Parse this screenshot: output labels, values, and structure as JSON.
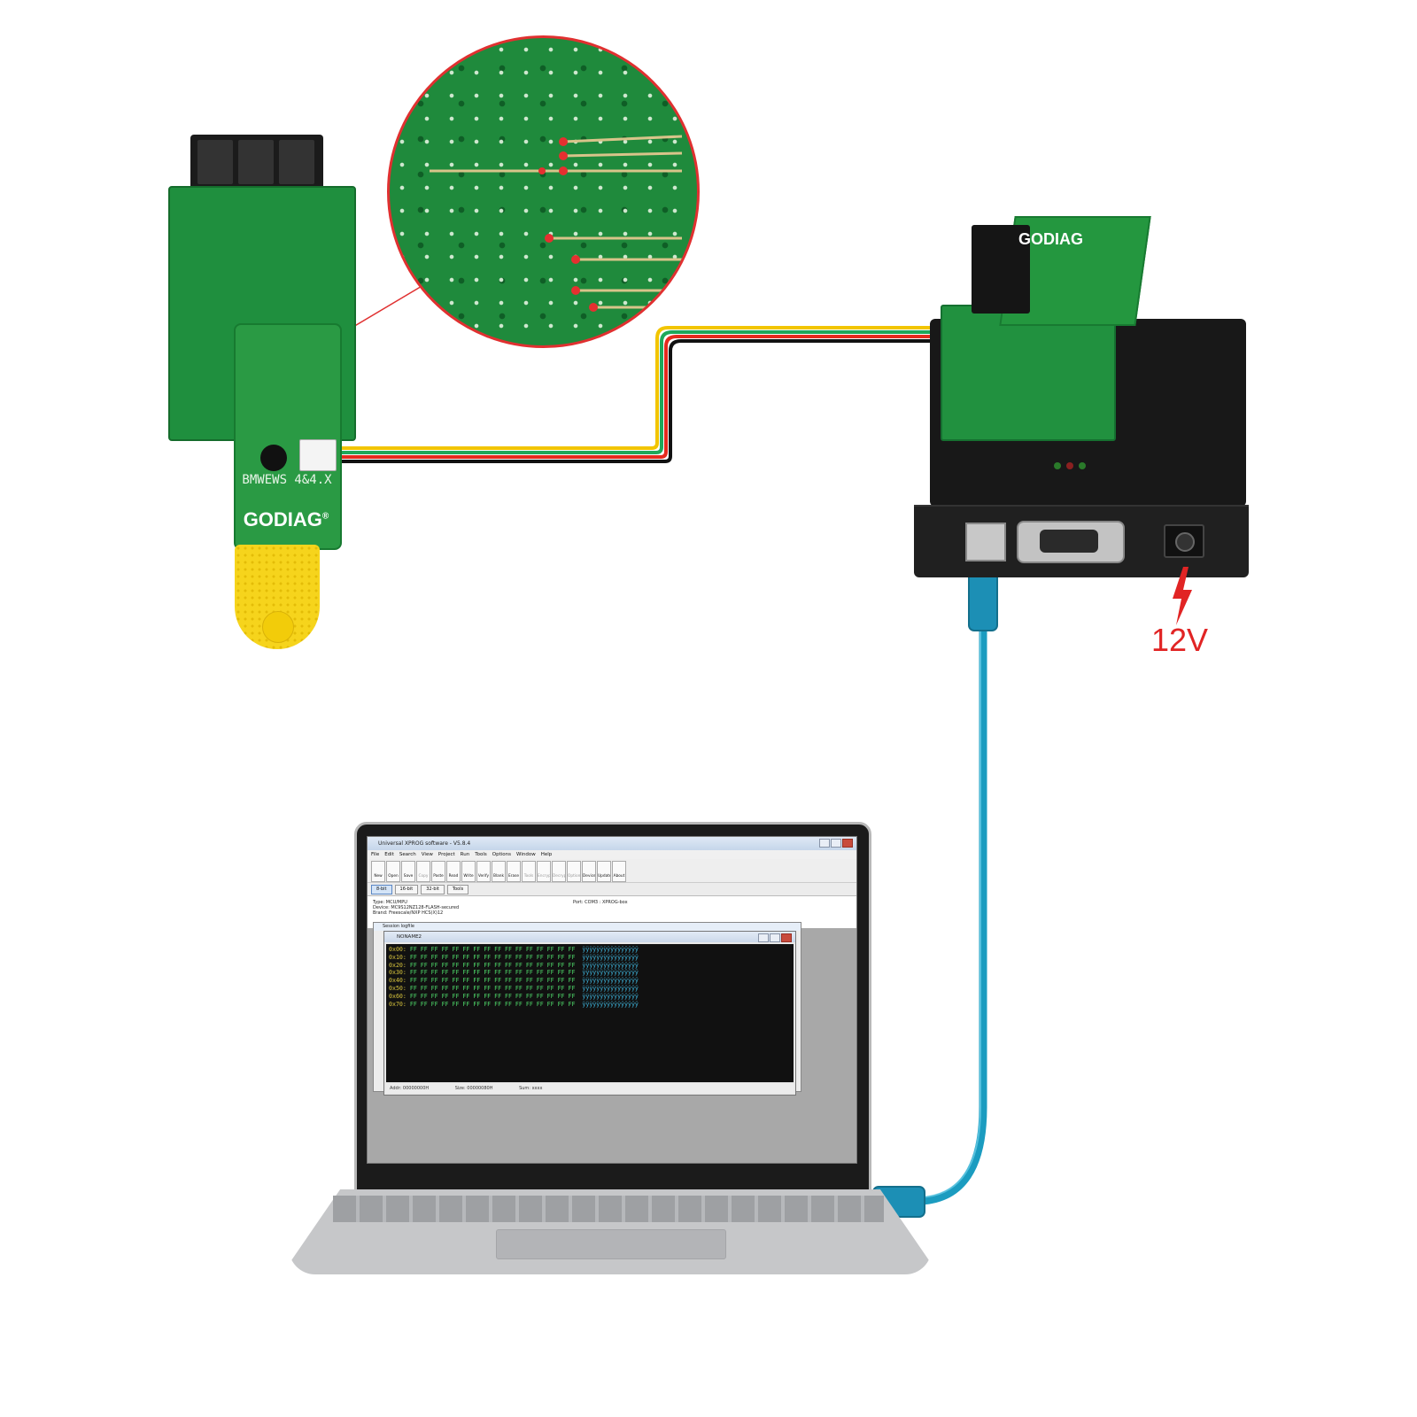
{
  "module": {
    "adapter_label": "BMWEWS 4&4.X",
    "adapter_brand": "GODIAG",
    "trademark": "®"
  },
  "programmer": {
    "adapter_brand": "GODIAG",
    "power_label": "12V"
  },
  "colors": {
    "wire_yellow": "#f2c500",
    "wire_green": "#1ea85a",
    "wire_red": "#e52a1e",
    "wire_black": "#111111",
    "usb_cable": "#1b9cc0",
    "callout_red": "#e03030",
    "pcb_green": "#1f8f3e"
  },
  "software": {
    "title": "Universal XPROG software - V5.8.4",
    "menu": [
      "File",
      "Edit",
      "Search",
      "View",
      "Project",
      "Run",
      "Tools",
      "Options",
      "Window",
      "Help"
    ],
    "toolbar": [
      "New",
      "Open",
      "Save As",
      "Copy",
      "Paste",
      "Read",
      "Write",
      "Verify",
      "Blank",
      "Erase",
      "Tools",
      "Encrypt",
      "Decrypt",
      "Options",
      "Device",
      "Update",
      "About"
    ],
    "toolbar_disabled": [
      "Copy",
      "Tools",
      "Encrypt",
      "Decrypt",
      "Options"
    ],
    "width_tabs": [
      "8-bit",
      "16-bit",
      "32-bit",
      "Tools"
    ],
    "active_width": "8-bit",
    "info": {
      "type": "Type: MCU/MPU",
      "device": "Device: MC9S12NZ128-FLASH-secured",
      "brand": "Brand: Freescale/NXP HCS(X)12",
      "port": "Port: COM3 : XPROG-box"
    },
    "session_title": "Session logfile",
    "buffer_title": "NONAME2",
    "hex_rows": [
      {
        "addr": "0x00:",
        "bytes": "FF FF FF FF FF FF FF FF FF FF FF FF FF FF FF FF",
        "ascii": "ÿÿÿÿÿÿÿÿÿÿÿÿÿÿÿÿ"
      },
      {
        "addr": "0x10:",
        "bytes": "FF FF FF FF FF FF FF FF FF FF FF FF FF FF FF FF",
        "ascii": "ÿÿÿÿÿÿÿÿÿÿÿÿÿÿÿÿ"
      },
      {
        "addr": "0x20:",
        "bytes": "FF FF FF FF FF FF FF FF FF FF FF FF FF FF FF FF",
        "ascii": "ÿÿÿÿÿÿÿÿÿÿÿÿÿÿÿÿ"
      },
      {
        "addr": "0x30:",
        "bytes": "FF FF FF FF FF FF FF FF FF FF FF FF FF FF FF FF",
        "ascii": "ÿÿÿÿÿÿÿÿÿÿÿÿÿÿÿÿ"
      },
      {
        "addr": "0x40:",
        "bytes": "FF FF FF FF FF FF FF FF FF FF FF FF FF FF FF FF",
        "ascii": "ÿÿÿÿÿÿÿÿÿÿÿÿÿÿÿÿ"
      },
      {
        "addr": "0x50:",
        "bytes": "FF FF FF FF FF FF FF FF FF FF FF FF FF FF FF FF",
        "ascii": "ÿÿÿÿÿÿÿÿÿÿÿÿÿÿÿÿ"
      },
      {
        "addr": "0x60:",
        "bytes": "FF FF FF FF FF FF FF FF FF FF FF FF FF FF FF FF",
        "ascii": "ÿÿÿÿÿÿÿÿÿÿÿÿÿÿÿÿ"
      },
      {
        "addr": "0x70:",
        "bytes": "FF FF FF FF FF FF FF FF FF FF FF FF FF FF FF FF",
        "ascii": "ÿÿÿÿÿÿÿÿÿÿÿÿÿÿÿÿ"
      }
    ],
    "status": {
      "addr": "Addr: 00000000H",
      "size": "Size: 00000080H",
      "sum": "Sum: xxxx"
    }
  }
}
